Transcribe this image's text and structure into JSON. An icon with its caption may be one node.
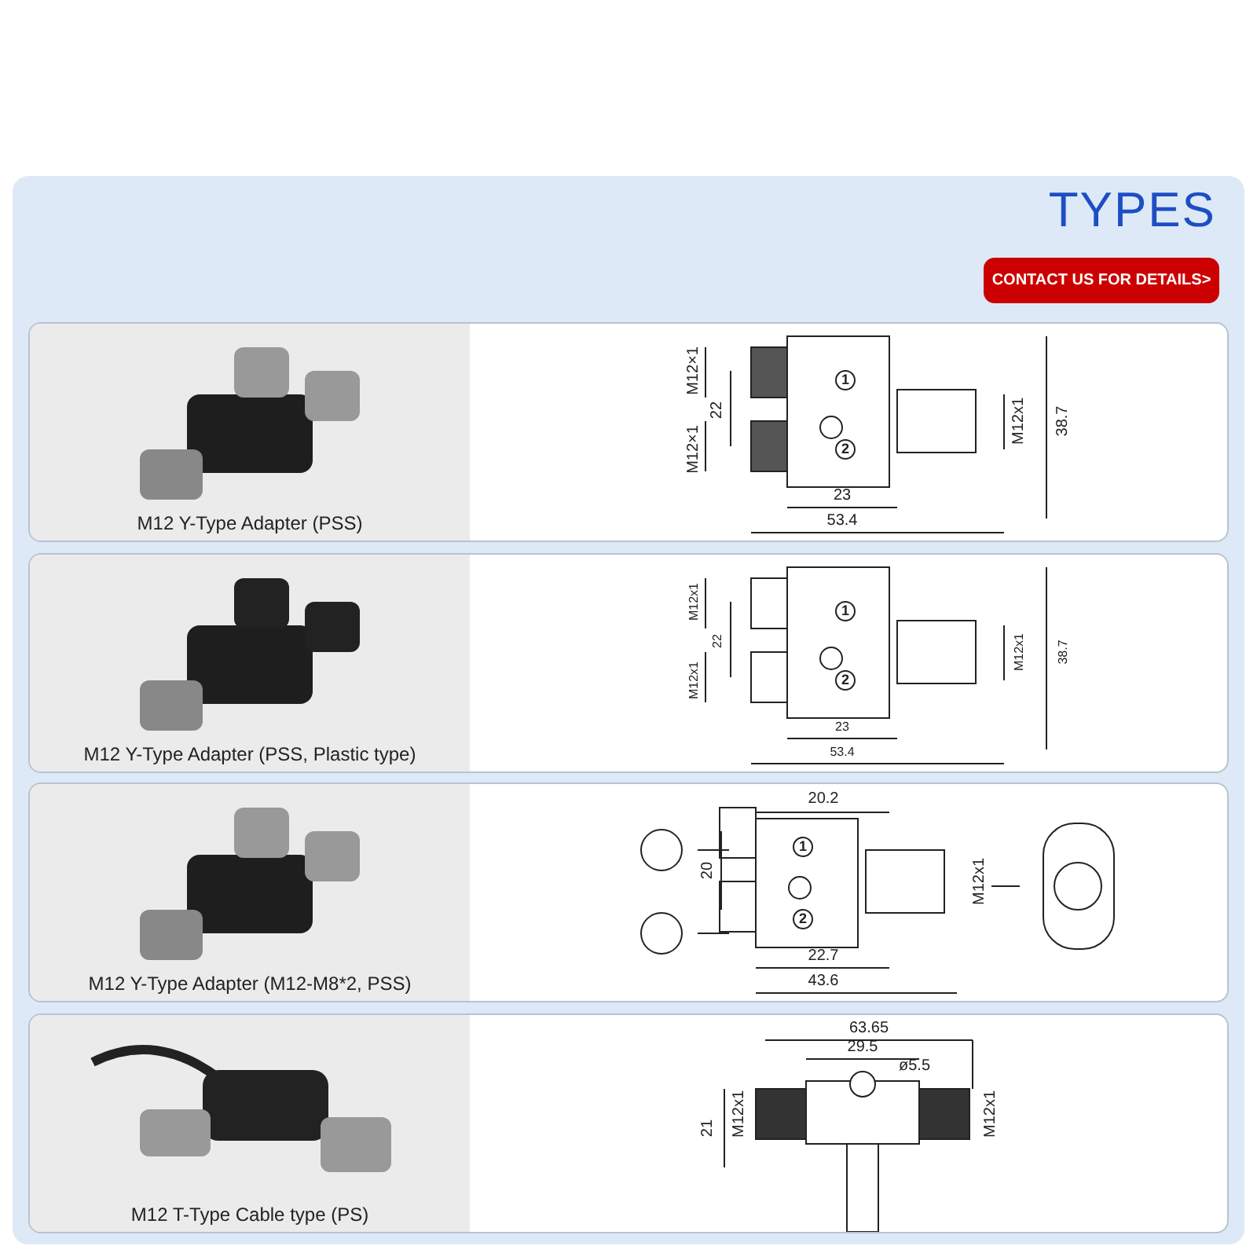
{
  "diagram": {
    "title": "TYPES",
    "nodes": [
      {
        "text": [
          "CONTACT US FOR DETAILS>"
        ]
      },
      {
        "text": [
          "M12 Y-Type Adapter (PSS)"
        ]
      },
      {
        "text": [
          "M12 Y-Type Adapter (PSS, Plastic type)"
        ]
      },
      {
        "text": [
          "M12 Y-Type Adapter (M12-M8*2, PSS)"
        ]
      },
      {
        "text": [
          "M12 T-Type Cable type (PS)"
        ]
      }
    ],
    "edges": [],
    "labels": [
      "M12×1",
      "22",
      "M12×1",
      "1",
      "2",
      "M12x1",
      "38.7",
      "23",
      "53.4",
      "M12x1",
      "22",
      "M12x1",
      "1",
      "2",
      "M12x1",
      "38.7",
      "23",
      "53.4",
      "20.2",
      "20",
      "1",
      "2",
      "M12x1",
      "22.7",
      "43.6",
      "63.65",
      "29.5",
      "ø5.5",
      "21",
      "M12x1",
      "M12x1"
    ]
  }
}
